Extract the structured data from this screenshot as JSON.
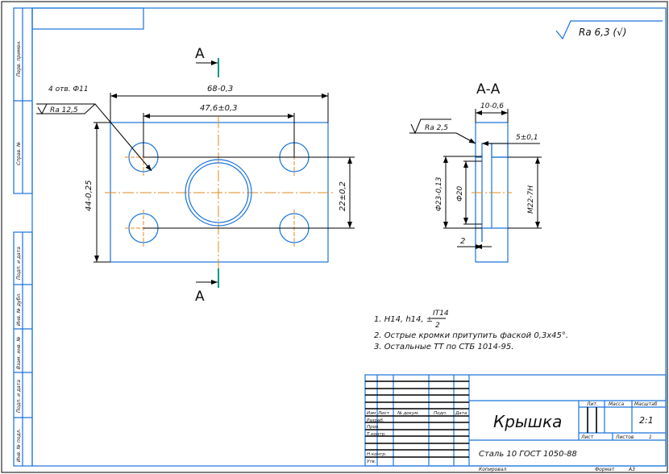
{
  "drawing": {
    "title": "Крышка",
    "material": "Сталь 10 ГОСТ 1050-88",
    "general_roughness": "Ra 6,3 (√)",
    "section_label": "А-А",
    "cut_mark_top": "А",
    "cut_mark_bottom": "А",
    "dims": {
      "overall_width": "68-0,3",
      "hole_spacing_x": "47,6±0,3",
      "overall_height": "44-0,25",
      "hole_spacing_y": "22±0,2",
      "holes_note": "4 отв. Ф11",
      "holes_roughness": "Ra 12,5",
      "section_roughness": "Ra 2,5",
      "thickness": "10-0,6",
      "step_depth": "5±0,1",
      "bore_outer": "Ф23-0,13",
      "bore_inner": "Ф20",
      "thread": "M22-7H",
      "chamfer_depth": "2"
    },
    "notes": [
      "1. H14, h14, ±",
      "IT14",
      "2",
      "2. Острые кромки притупить фаской 0,3x45°.",
      "3. Остальные ТТ по СТБ 1014-95."
    ]
  },
  "side_strip": {
    "top": [
      "Перв. примен.",
      "Справ. №"
    ],
    "bottom": [
      "Подп. и дата",
      "Инв. № дубл.",
      "Взам. инв. №",
      "Подп. и дата",
      "Инв. № подл."
    ]
  },
  "title_block": {
    "headers": [
      "Изм",
      "Лист",
      "№ докум.",
      "Подп.",
      "Дата"
    ],
    "roles": [
      "Разраб.",
      "Пров.",
      "Т.контр.",
      "Н.контр.",
      "Утв."
    ],
    "lit_label": "Лит.",
    "mass_label": "Масса",
    "scale_label": "Масштаб",
    "scale_value": "2:1",
    "sheet_label": "Лист",
    "sheets_label": "Листов",
    "sheets_value": "1",
    "copied_label": "Копировал",
    "format_label": "Формат",
    "format_value": "А3"
  }
}
